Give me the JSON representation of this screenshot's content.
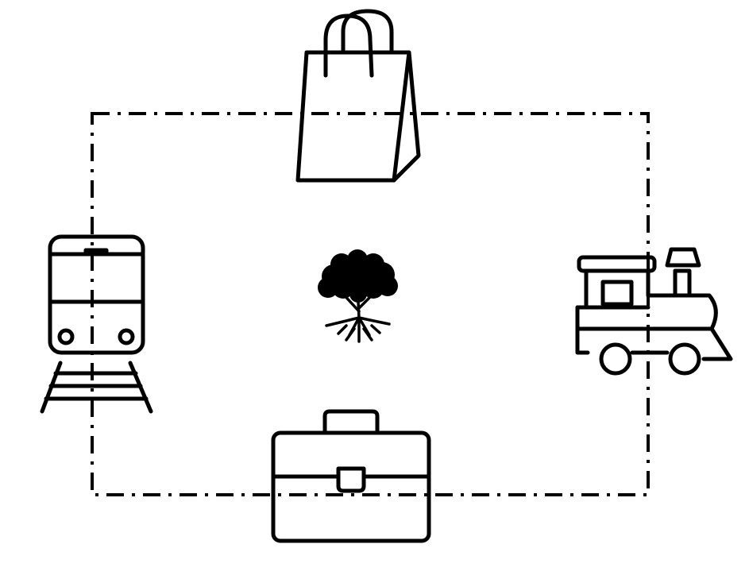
{
  "diagram": {
    "background_color": "#ffffff",
    "ink_color": "#000000",
    "frame_style": "dash-dot",
    "icons": [
      {
        "name": "shopping-bag-icon",
        "position": "top"
      },
      {
        "name": "tree-icon",
        "position": "center"
      },
      {
        "name": "train-track-icon",
        "position": "left"
      },
      {
        "name": "steam-locomotive-icon",
        "position": "right"
      },
      {
        "name": "briefcase-icon",
        "position": "bottom"
      }
    ]
  }
}
